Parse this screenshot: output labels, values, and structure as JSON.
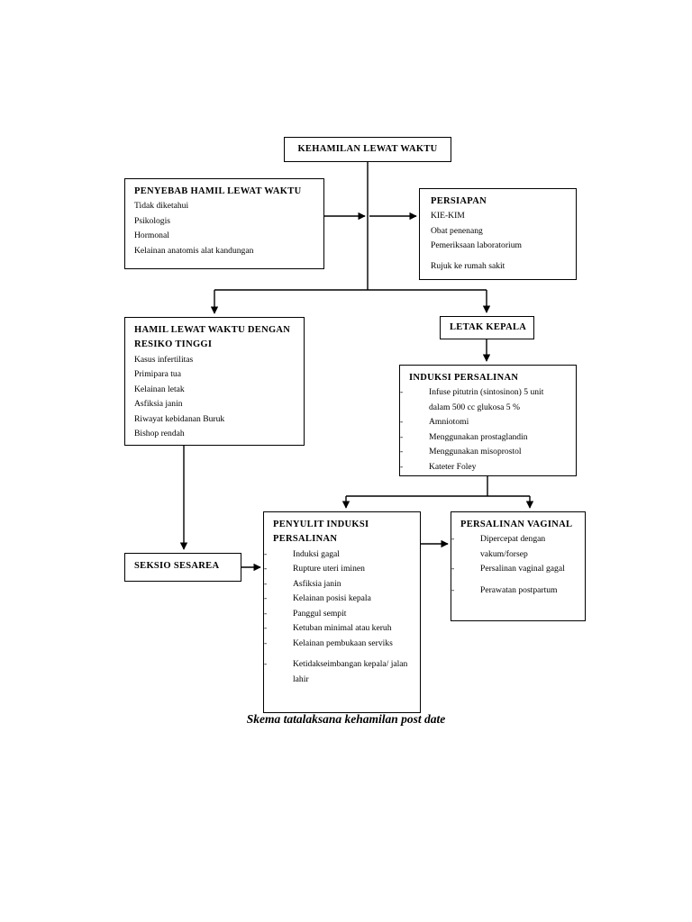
{
  "document": {
    "caption": "Skema tatalaksana kehamilan post date",
    "background_color": "#ffffff",
    "line_color": "#000000"
  },
  "nodes": {
    "kehamilan_lewat_waktu": {
      "title": "KEHAMILAN LEWAT WAKTU",
      "items": []
    },
    "penyebab": {
      "title": "PENYEBAB HAMIL LEWAT WAKTU",
      "items": [
        "Tidak diketahui",
        "Psikologis",
        "Hormonal",
        "Kelainan anatomis alat kandungan"
      ]
    },
    "persiapan": {
      "title": "PERSIAPAN",
      "items": [
        "KIE-KIM",
        "Obat penenang",
        "Pemeriksaan laboratorium",
        "Rujuk ke rumah sakit"
      ]
    },
    "resiko_tinggi": {
      "title": "HAMIL LEWAT WAKTU DENGAN RESIKO TINGGI",
      "title_line1": "HAMIL LEWAT WAKTU DENGAN",
      "title_line2": "RESIKO TINGGI",
      "items": [
        "Kasus infertilitas",
        "Primipara tua",
        "Kelainan letak",
        "Asfiksia janin",
        "Riwayat kebidanan Buruk",
        "Bishop rendah"
      ]
    },
    "letak_kepala": {
      "title": "LETAK KEPALA",
      "items": []
    },
    "induksi_persalinan": {
      "title": "INDUKSI PERSALINAN",
      "items": [
        "Infuse pitutrin (sintosinon) 5 unit",
        "dalam 500 cc glukosa 5 %",
        "Amniotomi",
        "Menggunakan prostaglandin",
        "Menggunakan misoprostol",
        "Kateter Foley"
      ]
    },
    "penyulit_induksi": {
      "title": "PENYULIT INDUKSI PERSALINAN",
      "title_line1": "PENYULIT INDUKSI",
      "title_line2": "PERSALINAN",
      "items": [
        "Induksi gagal",
        "Rupture uteri iminen",
        "Asfiksia janin",
        "Kelainan posisi kepala",
        "Panggul sempit",
        "Ketuban minimal atau keruh",
        "Kelainan pembukaan serviks",
        "Ketidakseimbangan kepala/ jalan",
        "lahir"
      ]
    },
    "persalinan_vaginal": {
      "title": "PERSALINAN VAGINAL",
      "items": [
        "Dipercepat dengan",
        "vakum/forsep",
        "Persalinan vaginal gagal",
        "Perawatan postpartum"
      ]
    },
    "seksio_sesarea": {
      "title": "SEKSIO SESAREA",
      "items": []
    }
  },
  "markers": {
    "dash": "-"
  }
}
